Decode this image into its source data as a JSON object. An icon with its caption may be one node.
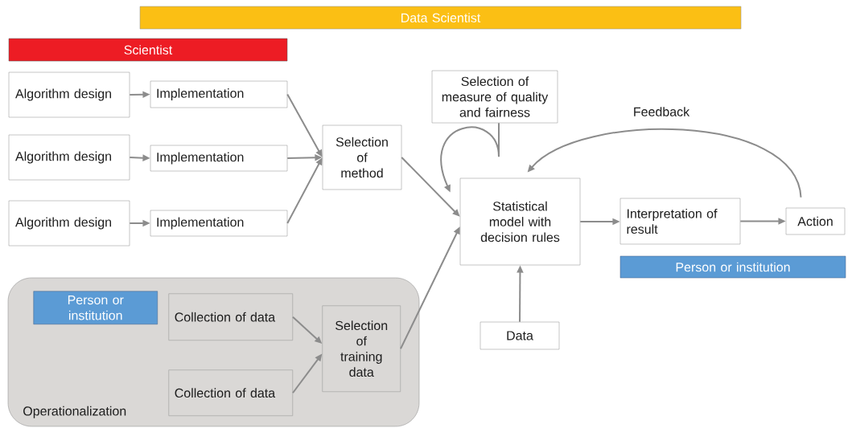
{
  "diagram": {
    "nodes": [
      {
        "text": [
          "Data Scientist"
        ]
      },
      {
        "text": [
          "Scientist"
        ]
      },
      {
        "text": [
          "Algorithm design"
        ]
      },
      {
        "text": [
          "Implementation"
        ]
      },
      {
        "text": [
          "Algorithm design"
        ]
      },
      {
        "text": [
          "Implementation"
        ]
      },
      {
        "text": [
          "Algorithm design"
        ]
      },
      {
        "text": [
          "Implementation"
        ]
      },
      {
        "text": [
          "Selection of method"
        ]
      },
      {
        "text": [
          "Selection of measure of quality and fairness"
        ]
      },
      {
        "text": [
          "Statistical model with decision rules"
        ]
      },
      {
        "text": [
          "Interpretation of result"
        ]
      },
      {
        "text": [
          "Action"
        ]
      },
      {
        "text": [
          "Person or institution"
        ]
      },
      {
        "text": [
          "Operationalization"
        ]
      },
      {
        "text": [
          "Person or institution"
        ],
        "in": 14
      },
      {
        "text": [
          "Collection of data"
        ],
        "in": 14
      },
      {
        "text": [
          "Collection of data"
        ],
        "in": 14
      },
      {
        "text": [
          "Selection of training data"
        ],
        "in": 14
      },
      {
        "text": [
          "Data"
        ]
      }
    ],
    "edges": [
      {
        "from": 2,
        "to": 3,
        "arrow": "to"
      },
      {
        "from": 4,
        "to": 5,
        "arrow": "to"
      },
      {
        "from": 6,
        "to": 7,
        "arrow": "to"
      },
      {
        "from": 3,
        "to": 8,
        "arrow": "to"
      },
      {
        "from": 5,
        "to": 8,
        "arrow": "to"
      },
      {
        "from": 7,
        "to": 8,
        "arrow": "to"
      },
      {
        "from": 8,
        "to": 10,
        "arrow": "to"
      },
      {
        "from": 9,
        "to": 10,
        "arrow": "to"
      },
      {
        "from": 18,
        "to": 10,
        "arrow": "to"
      },
      {
        "from": 16,
        "to": 18,
        "arrow": "to"
      },
      {
        "from": 17,
        "to": 18,
        "arrow": "to"
      },
      {
        "from": 19,
        "to": 10,
        "arrow": "to"
      },
      {
        "from": 10,
        "to": 11,
        "arrow": "to"
      },
      {
        "from": 11,
        "to": 12,
        "arrow": "to"
      },
      {
        "from": 12,
        "to": 10,
        "arrow": "to",
        "label": "Feedback"
      }
    ]
  }
}
